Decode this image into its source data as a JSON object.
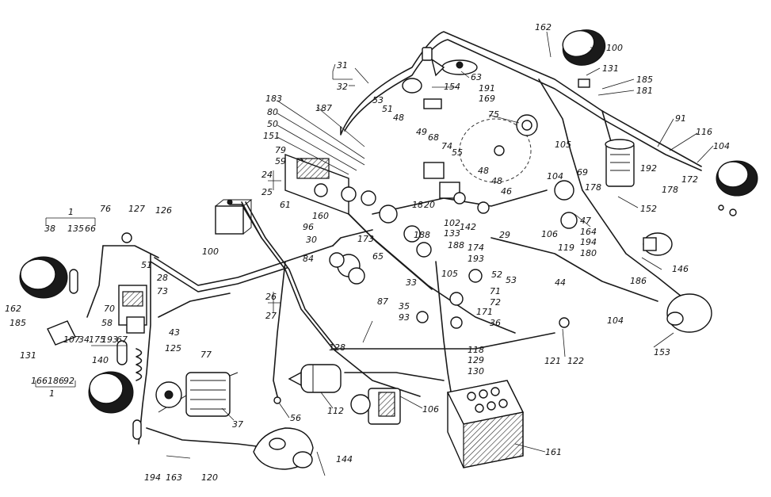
{
  "diagram": {
    "callouts": [
      {
        "key": "c162a",
        "text": "162"
      },
      {
        "key": "c100a",
        "text": "100"
      },
      {
        "key": "c131a",
        "text": "131"
      },
      {
        "key": "c185a",
        "text": "185"
      },
      {
        "key": "c181",
        "text": "181"
      },
      {
        "key": "c31",
        "text": "31"
      },
      {
        "key": "c32",
        "text": "32"
      },
      {
        "key": "c63",
        "text": "63"
      },
      {
        "key": "c154",
        "text": "154"
      },
      {
        "key": "c191",
        "text": "191"
      },
      {
        "key": "c169",
        "text": "169"
      },
      {
        "key": "c75",
        "text": "75"
      },
      {
        "key": "c183",
        "text": "183"
      },
      {
        "key": "c80",
        "text": "80"
      },
      {
        "key": "c50",
        "text": "50"
      },
      {
        "key": "c151",
        "text": "151"
      },
      {
        "key": "c187",
        "text": "187"
      },
      {
        "key": "c53a",
        "text": "53"
      },
      {
        "key": "c51a",
        "text": "51"
      },
      {
        "key": "c48a",
        "text": "48"
      },
      {
        "key": "c79",
        "text": "79"
      },
      {
        "key": "c59",
        "text": "59"
      },
      {
        "key": "c49",
        "text": "49"
      },
      {
        "key": "c68",
        "text": "68"
      },
      {
        "key": "c74",
        "text": "74"
      },
      {
        "key": "c55",
        "text": "55"
      },
      {
        "key": "c24",
        "text": "24"
      },
      {
        "key": "c25",
        "text": "25"
      },
      {
        "key": "c105",
        "text": "105"
      },
      {
        "key": "c91",
        "text": "91"
      },
      {
        "key": "c116",
        "text": "116"
      },
      {
        "key": "c104a",
        "text": "104"
      },
      {
        "key": "c192",
        "text": "192"
      },
      {
        "key": "c178a",
        "text": "178"
      },
      {
        "key": "c172",
        "text": "172"
      },
      {
        "key": "c48b",
        "text": "48"
      },
      {
        "key": "c104b",
        "text": "104"
      },
      {
        "key": "c69",
        "text": "69"
      },
      {
        "key": "c48c",
        "text": "48"
      },
      {
        "key": "c46",
        "text": "46"
      },
      {
        "key": "c178b",
        "text": "178"
      },
      {
        "key": "c152",
        "text": "152"
      },
      {
        "key": "c61",
        "text": "61"
      },
      {
        "key": "c160",
        "text": "160"
      },
      {
        "key": "c18",
        "text": "18"
      },
      {
        "key": "c20",
        "text": "20"
      },
      {
        "key": "c102",
        "text": "102"
      },
      {
        "key": "c142",
        "text": "142"
      },
      {
        "key": "c96",
        "text": "96"
      },
      {
        "key": "c30",
        "text": "30"
      },
      {
        "key": "c133",
        "text": "133"
      },
      {
        "key": "c29",
        "text": "29"
      },
      {
        "key": "c47",
        "text": "47"
      },
      {
        "key": "c164",
        "text": "164"
      },
      {
        "key": "c194a",
        "text": "194"
      },
      {
        "key": "c180",
        "text": "180"
      },
      {
        "key": "c106",
        "text": "106"
      },
      {
        "key": "c119",
        "text": "119"
      },
      {
        "key": "c188a",
        "text": "188"
      },
      {
        "key": "c173",
        "text": "173"
      },
      {
        "key": "c188b",
        "text": "188"
      },
      {
        "key": "c146",
        "text": "146"
      },
      {
        "key": "c76",
        "text": "76"
      },
      {
        "key": "c127",
        "text": "127"
      },
      {
        "key": "c126",
        "text": "126"
      },
      {
        "key": "c1a",
        "text": "1"
      },
      {
        "key": "c38",
        "text": "38"
      },
      {
        "key": "c135",
        "text": "135"
      },
      {
        "key": "c66",
        "text": "66"
      },
      {
        "key": "c100b",
        "text": "100"
      },
      {
        "key": "c84",
        "text": "84"
      },
      {
        "key": "c65",
        "text": "65"
      },
      {
        "key": "c174",
        "text": "174"
      },
      {
        "key": "c193a",
        "text": "193"
      },
      {
        "key": "c51b",
        "text": "51"
      },
      {
        "key": "c28",
        "text": "28"
      },
      {
        "key": "c73",
        "text": "73"
      },
      {
        "key": "c70",
        "text": "70"
      },
      {
        "key": "c26",
        "text": "26"
      },
      {
        "key": "c27",
        "text": "27"
      },
      {
        "key": "c105b",
        "text": "105"
      },
      {
        "key": "c52",
        "text": "52"
      },
      {
        "key": "c53b",
        "text": "53"
      },
      {
        "key": "c44",
        "text": "44"
      },
      {
        "key": "c186",
        "text": "186"
      },
      {
        "key": "c33",
        "text": "33"
      },
      {
        "key": "c87",
        "text": "87"
      },
      {
        "key": "c71",
        "text": "71"
      },
      {
        "key": "c72",
        "text": "72"
      },
      {
        "key": "c58",
        "text": "58"
      },
      {
        "key": "c43",
        "text": "43"
      },
      {
        "key": "c35",
        "text": "35"
      },
      {
        "key": "c93",
        "text": "93"
      },
      {
        "key": "c36",
        "text": "36"
      },
      {
        "key": "c171",
        "text": "171"
      },
      {
        "key": "c104c",
        "text": "104"
      },
      {
        "key": "c162b",
        "text": "162"
      },
      {
        "key": "c185b",
        "text": "185"
      },
      {
        "key": "c107",
        "text": "107"
      },
      {
        "key": "c34",
        "text": "34"
      },
      {
        "key": "c175",
        "text": "175"
      },
      {
        "key": "c193b",
        "text": "193"
      },
      {
        "key": "c67",
        "text": "67"
      },
      {
        "key": "c77",
        "text": "77"
      },
      {
        "key": "c153",
        "text": "153"
      },
      {
        "key": "c131b",
        "text": "131"
      },
      {
        "key": "c140",
        "text": "140"
      },
      {
        "key": "c125",
        "text": "125"
      },
      {
        "key": "c128",
        "text": "128"
      },
      {
        "key": "c118",
        "text": "118"
      },
      {
        "key": "c121",
        "text": "121"
      },
      {
        "key": "c122",
        "text": "122"
      },
      {
        "key": "c129",
        "text": "129"
      },
      {
        "key": "c130",
        "text": "130"
      },
      {
        "key": "c166",
        "text": "166"
      },
      {
        "key": "c186b",
        "text": "186"
      },
      {
        "key": "c92",
        "text": "92"
      },
      {
        "key": "c1b",
        "text": "1"
      },
      {
        "key": "c37",
        "text": "37"
      },
      {
        "key": "c56",
        "text": "56"
      },
      {
        "key": "c112",
        "text": "112"
      },
      {
        "key": "c106b",
        "text": "106"
      },
      {
        "key": "c161",
        "text": "161"
      },
      {
        "key": "c144",
        "text": "144"
      },
      {
        "key": "c194b",
        "text": "194"
      },
      {
        "key": "c163",
        "text": "163"
      },
      {
        "key": "c120",
        "text": "120"
      }
    ]
  }
}
